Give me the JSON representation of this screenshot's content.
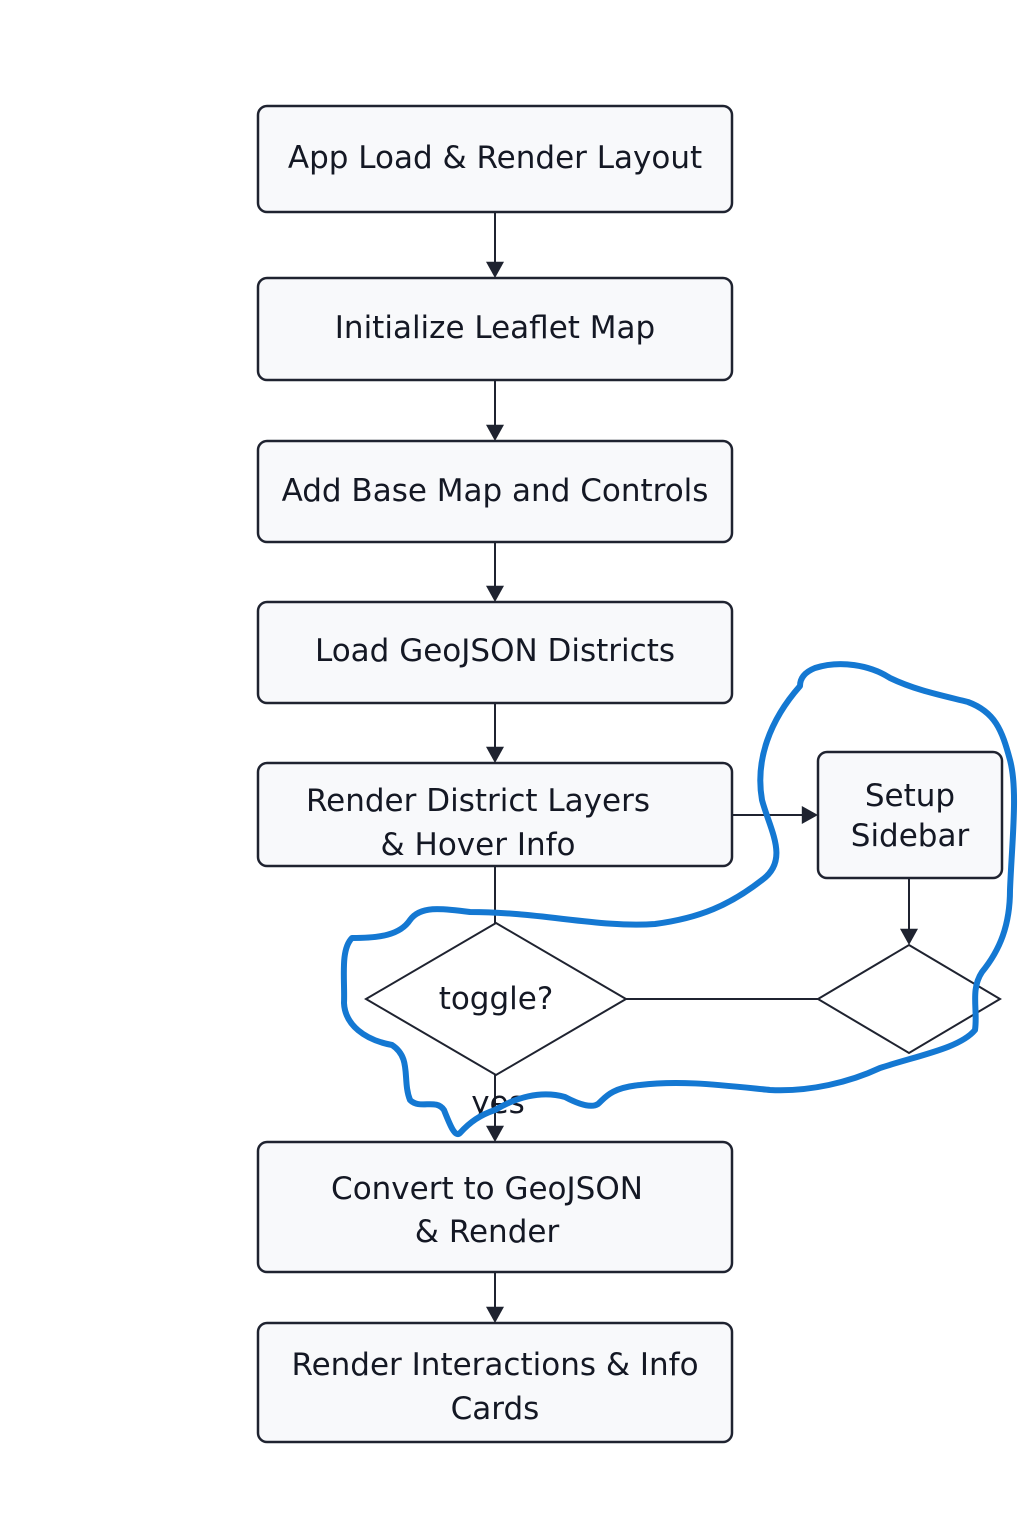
{
  "diagram": {
    "nodes": [
      {
        "id": "app-load",
        "label_lines": [
          "App Load & Render Layout"
        ]
      },
      {
        "id": "init-map",
        "label_lines": [
          "Initialize Leaflet Map"
        ]
      },
      {
        "id": "base-map",
        "label_lines": [
          "Add Base Map and Controls"
        ]
      },
      {
        "id": "load-geojson",
        "label_lines": [
          "Load GeoJSON Districts"
        ]
      },
      {
        "id": "render-layers",
        "label_lines": [
          "Render District Layers",
          "& Hover Info"
        ]
      },
      {
        "id": "setup-sidebar",
        "label_lines": [
          "Setup",
          "Sidebar"
        ]
      },
      {
        "id": "toggle",
        "label_lines": [
          "toggle?"
        ]
      },
      {
        "id": "sidebar-decision",
        "label_lines": []
      },
      {
        "id": "convert",
        "label_lines": [
          "Convert to GeoJSON",
          "& Render"
        ]
      },
      {
        "id": "interactions",
        "label_lines": [
          "Render Interactions & Info",
          "Cards"
        ]
      }
    ],
    "edges": [
      {
        "from": "app-load",
        "to": "init-map",
        "label": ""
      },
      {
        "from": "init-map",
        "to": "base-map",
        "label": ""
      },
      {
        "from": "base-map",
        "to": "load-geojson",
        "label": ""
      },
      {
        "from": "load-geojson",
        "to": "render-layers",
        "label": ""
      },
      {
        "from": "render-layers",
        "to": "setup-sidebar",
        "label": ""
      },
      {
        "from": "render-layers",
        "to": "toggle",
        "label": ""
      },
      {
        "from": "setup-sidebar",
        "to": "sidebar-decision",
        "label": ""
      },
      {
        "from": "toggle",
        "to": "sidebar-decision",
        "label": ""
      },
      {
        "from": "toggle",
        "to": "convert",
        "label": "yes"
      },
      {
        "from": "convert",
        "to": "interactions",
        "label": ""
      }
    ],
    "colors": {
      "node_fill": "#f8f9fb",
      "stroke": "#1f2330",
      "text": "#141824",
      "annotation": "#1478d2"
    },
    "annotation": {
      "type": "hand-drawn freehand loop"
    }
  }
}
